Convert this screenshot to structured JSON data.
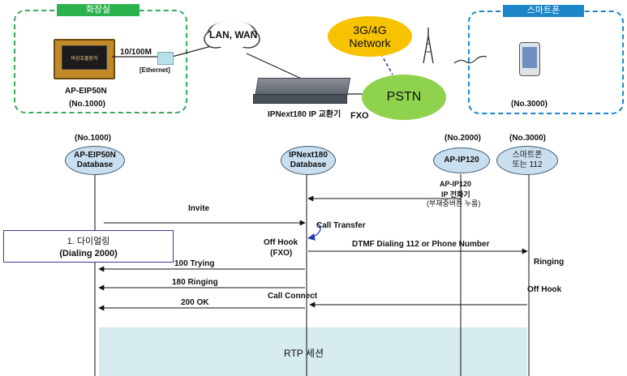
{
  "topology": {
    "restroom_tag": "화장실",
    "smartphone_tag": "스마트폰",
    "emergency_device_name": "AP-EIP50N",
    "emergency_device_no": "(No.1000)",
    "link_speed": "10/100M",
    "ethernet_label": "[Ethernet]",
    "lan_wan": "LAN, WAN",
    "network_3g4g": "3G/4G\nNetwork",
    "pstn": "PSTN",
    "pbx_name": "IPNext180 IP 교환기",
    "fxo": "FXO",
    "smartphone_no": "(No.3000)",
    "panel_text": "비상호출장치"
  },
  "sequence": {
    "participants": [
      {
        "no": "(No.1000)",
        "line1": "AP-EIP50N",
        "line2": "Database"
      },
      {
        "no": "",
        "line1": "IPNext180",
        "line2": "Database"
      },
      {
        "no": "(No.2000)",
        "line1": "AP-IP120",
        "line2": ""
      },
      {
        "no": "(No.3000)",
        "line1": "스마트폰",
        "line2": "또는 112"
      }
    ],
    "ip120_note_line1": "AP-IP120",
    "ip120_note_line2": "IP 전화기",
    "ip120_note_line3": "(부재중버튼 누름)",
    "invite": "Invite",
    "call_transfer": "Call Transfer",
    "off_hook_fxo_1": "Off Hook",
    "off_hook_fxo_2": "(FXO)",
    "dtmf": "DTMF Dialing 112 or Phone Number",
    "ringing": "Ringing",
    "trying": "100 Trying",
    "ringing180": "180 Ringing",
    "call_connect": "Call Connect",
    "ok200": "200 OK",
    "off_hook": "Off Hook",
    "dial_box_line1": "1. 다이얼링",
    "dial_box_line2": "(Dialing 2000)",
    "rtp": "RTP 세션"
  },
  "colors": {
    "green_tag": "#2bb24c",
    "blue_tag": "#1d86c8",
    "pstn_fill": "#8ed24e",
    "network_fill": "#f7c200",
    "rtp_band": "#d6ecee"
  }
}
